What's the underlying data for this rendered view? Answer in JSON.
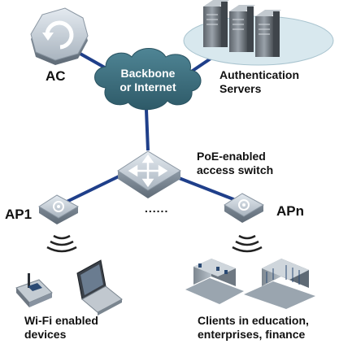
{
  "nodes": {
    "ac": {
      "label": "AC"
    },
    "backbone": {
      "line1": "Backbone",
      "line2": "or Internet"
    },
    "auth_servers": {
      "line1": "Authentication",
      "line2": "Servers"
    },
    "switch": {
      "line1": "PoE-enabled",
      "line2": "access switch"
    },
    "ap1": {
      "label": "AP1"
    },
    "apn": {
      "label": "APn"
    },
    "ellipsis": {
      "label": "......"
    },
    "wifi_devices": {
      "line1": "Wi-Fi enabled",
      "line2": "devices"
    },
    "clients": {
      "line1": "Clients in education,",
      "line2": "enterprises, finance"
    }
  },
  "colors": {
    "link": "#1f3f8a",
    "cloud": "#3d6e7e",
    "device": "#b7c2cc",
    "server_platform": "#d8e8ee"
  }
}
